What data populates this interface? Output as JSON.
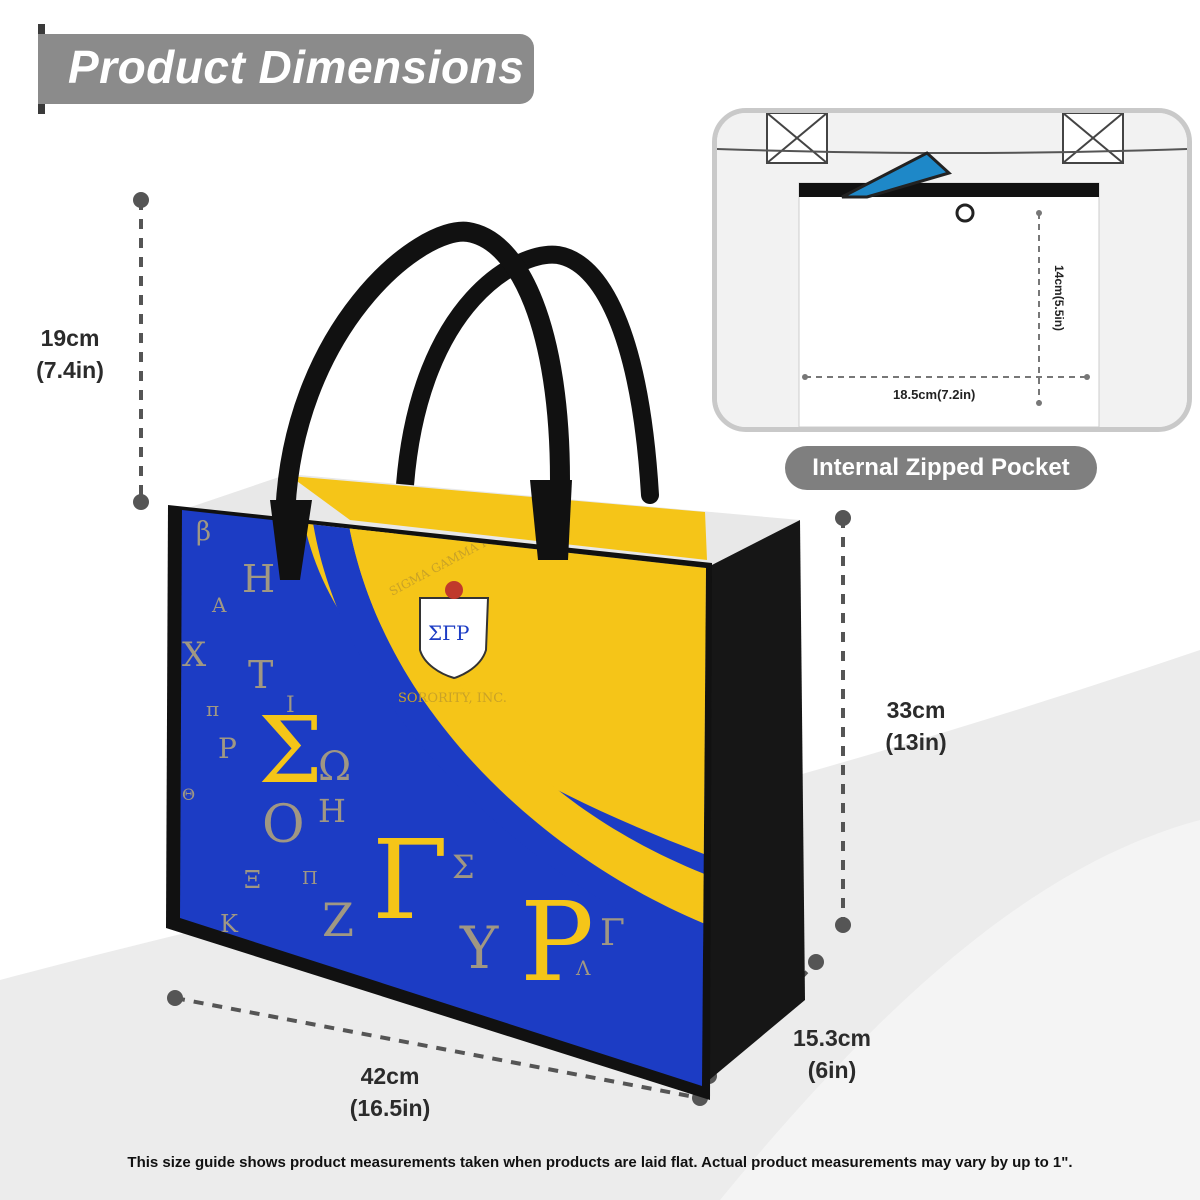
{
  "header": {
    "title": "Product Dimensions"
  },
  "dimensions": {
    "handle_height": {
      "cm": "19cm",
      "in": "(7.4in)"
    },
    "bag_height": {
      "cm": "33cm",
      "in": "(13in)"
    },
    "bag_width": {
      "cm": "42cm",
      "in": "(16.5in)"
    },
    "bag_depth": {
      "cm": "15.3cm",
      "in": "(6in)"
    }
  },
  "pocket": {
    "badge": "Internal Zipped Pocket",
    "height_label": "14cm(5.5in)",
    "width_label": "18.5cm(7.2in)"
  },
  "bag_print": {
    "crest_arc": "SIGMA GAMMA RHO",
    "crest_bottom": "SORORITY, INC.",
    "big_letters": [
      "Σ",
      "Γ",
      "Ρ"
    ],
    "pattern_letters": [
      "β",
      "Η",
      "Χ",
      "Τ",
      "π",
      "Ρ",
      "Θ",
      "Ο",
      "Η",
      "Ξ",
      "Π",
      "Κ",
      "Ζ",
      "Υ",
      "Σ",
      "Λ",
      "Γ",
      "Ι",
      "Α",
      "Ω"
    ]
  },
  "footnote": "This size guide shows product measurements taken when products are laid flat. Actual product measurements may vary by up to 1\".",
  "colors": {
    "royal_blue": "#1c3cc4",
    "gold": "#f5c518",
    "black_trim": "#111111",
    "title_gray": "#8b8b8b"
  }
}
